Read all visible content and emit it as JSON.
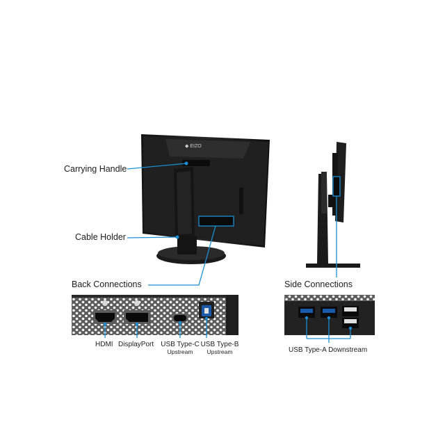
{
  "brand": "EIZO",
  "callouts": {
    "carrying_handle": "Carrying Handle",
    "cable_holder": "Cable Holder",
    "back_connections": "Back Connections",
    "side_connections": "Side Connections"
  },
  "ports": {
    "hdmi": "HDMI",
    "displayport": "DisplayPort",
    "usb_c": {
      "line1": "USB Type-C",
      "line2": "Upstream"
    },
    "usb_b": {
      "line1": "USB Type-B",
      "line2": "Upstream"
    },
    "usb_a": "USB Type-A Downstream"
  },
  "colors": {
    "callout_line": "#1a8fd6",
    "device": "#1c1c1c",
    "panel": "#5a5a5a"
  }
}
